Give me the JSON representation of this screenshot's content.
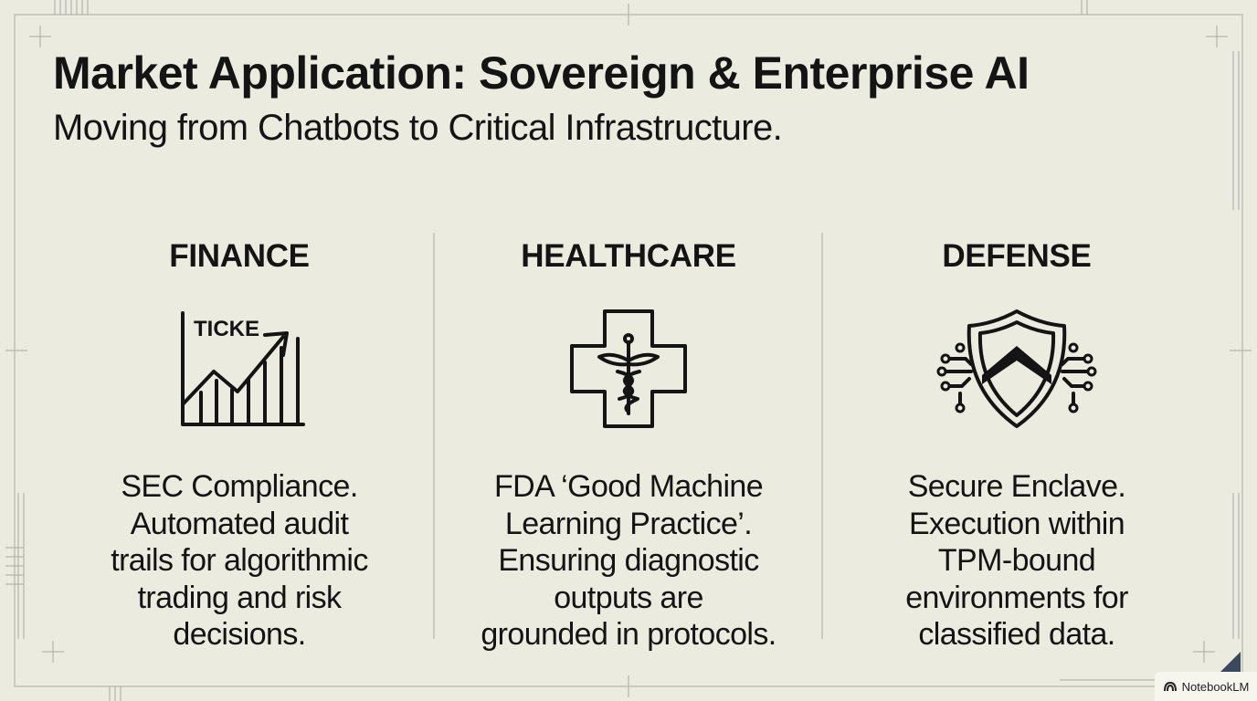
{
  "slide": {
    "title": "Market Application: Sovereign & Enterprise AI",
    "subtitle": "Moving from Chatbots to Critical Infrastructure."
  },
  "columns": [
    {
      "heading": "FINANCE",
      "icon": "stock-chart-icon",
      "icon_text": "TICKE",
      "lines": [
        "SEC Compliance.",
        "Automated audit",
        "trails for algorithmic",
        "trading and risk",
        "decisions."
      ]
    },
    {
      "heading": "HEALTHCARE",
      "icon": "medical-cross-caduceus-icon",
      "lines": [
        "FDA ‘Good Machine",
        "Learning Practice’.",
        "Ensuring diagnostic",
        "outputs are",
        "grounded in protocols."
      ]
    },
    {
      "heading": "DEFENSE",
      "icon": "circuit-shield-icon",
      "lines": [
        "Secure Enclave.",
        "Execution within",
        "TPM-bound",
        "environments for",
        "classified data."
      ]
    }
  ],
  "badge": {
    "label": "NotebookLM",
    "icon": "notebooklm-logo-icon"
  },
  "colors": {
    "background": "#ecebe0",
    "ink": "#141414",
    "frame_lines": "#a9a9a3"
  }
}
